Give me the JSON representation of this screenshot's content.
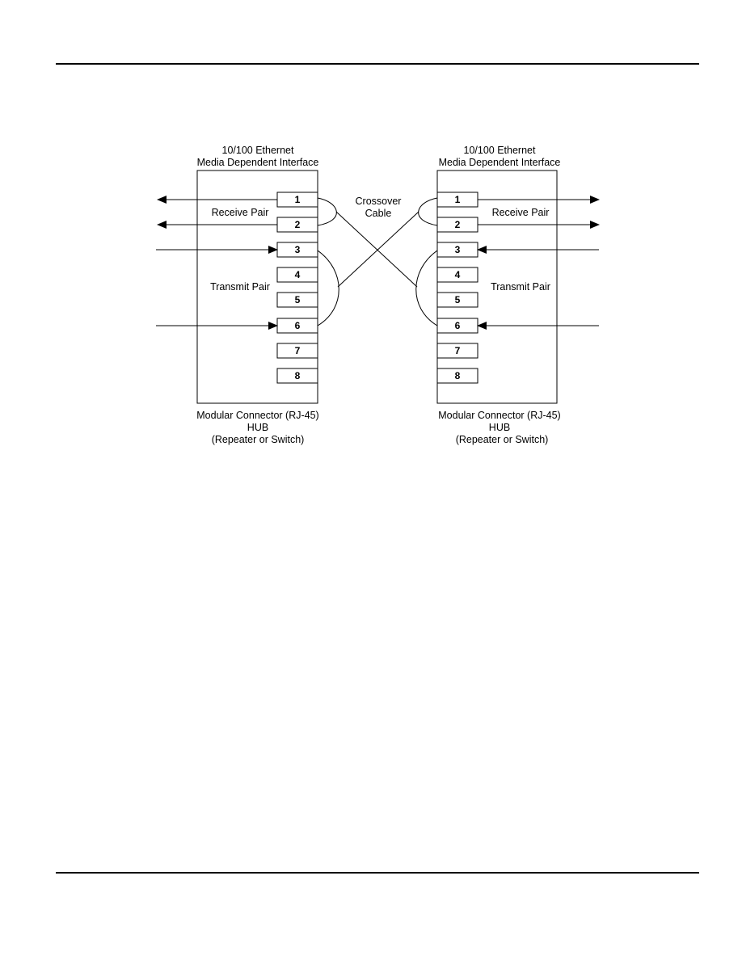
{
  "left_hub": {
    "header_line1": "10/100 Ethernet",
    "header_line2": "Media Dependent Interface",
    "receive_label": "Receive Pair",
    "transmit_label": "Transmit Pair",
    "footer_line1": "Modular Connector (RJ-45)",
    "footer_line2": "HUB",
    "footer_line3": "(Repeater or Switch)",
    "pins": [
      "1",
      "2",
      "3",
      "4",
      "5",
      "6",
      "7",
      "8"
    ]
  },
  "right_hub": {
    "header_line1": "10/100 Ethernet",
    "header_line2": "Media Dependent Interface",
    "receive_label": "Receive Pair",
    "transmit_label": "Transmit Pair",
    "footer_line1": "Modular Connector (RJ-45)",
    "footer_line2": "HUB",
    "footer_line3": "(Repeater or Switch)",
    "pins": [
      "1",
      "2",
      "3",
      "4",
      "5",
      "6",
      "7",
      "8"
    ]
  },
  "cable": {
    "label_line1": "Crossover",
    "label_line2": "Cable"
  }
}
